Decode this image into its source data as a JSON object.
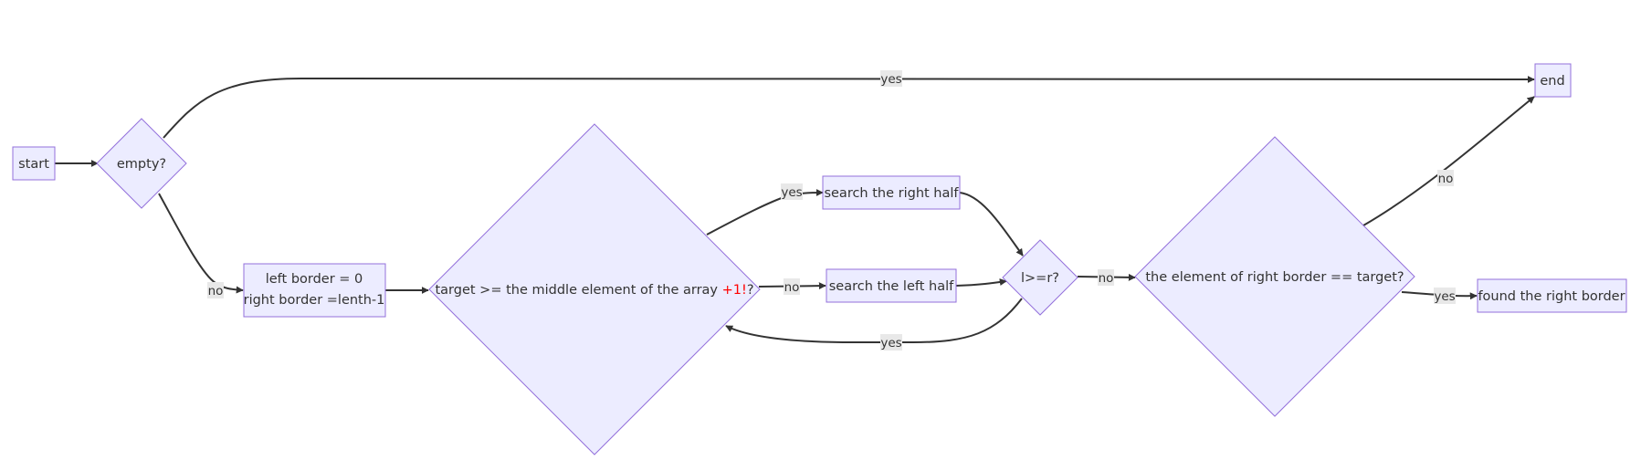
{
  "colors": {
    "node_fill": "#ececff",
    "node_stroke": "#9370db",
    "edge": "#333333",
    "label_bg": "#e8e8e8",
    "accent": "#ff0000"
  },
  "nodes": {
    "start": "start",
    "empty": "empty?",
    "end": "end",
    "init_line1": "left border = 0",
    "init_line2": "right border =lenth-1",
    "compare_prefix": "target >= the middle element of the array ",
    "compare_accent": "+1!",
    "compare_suffix": "?",
    "search_right": "search the right half",
    "search_left": "search the left half",
    "lr": "l>=r?",
    "check": "the element of right border == target?",
    "found": "found the right border"
  },
  "edges": {
    "empty_yes": "yes",
    "empty_no": "no",
    "compare_yes": "yes",
    "compare_no": "no",
    "lr_no": "no",
    "lr_yes": "yes",
    "check_no": "no",
    "check_yes": "yes"
  }
}
